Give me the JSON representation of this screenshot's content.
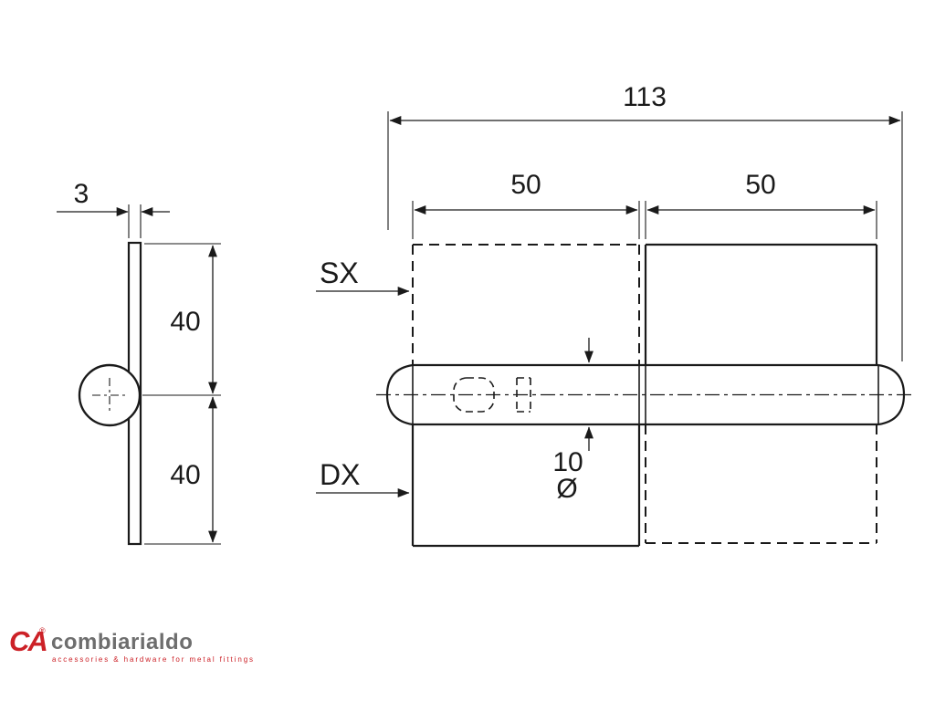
{
  "drawing": {
    "dim_113": "113",
    "dim_50_left": "50",
    "dim_50_right": "50",
    "dim_3": "3",
    "dim_40_top": "40",
    "dim_40_bottom": "40",
    "dim_10": "10",
    "diameter_symbol": "Ø",
    "label_sx": "SX",
    "label_dx": "DX"
  },
  "logo": {
    "mark": "CA",
    "registered": "®",
    "name": "combiarialdo",
    "tagline": "accessories & hardware for metal fittings"
  }
}
